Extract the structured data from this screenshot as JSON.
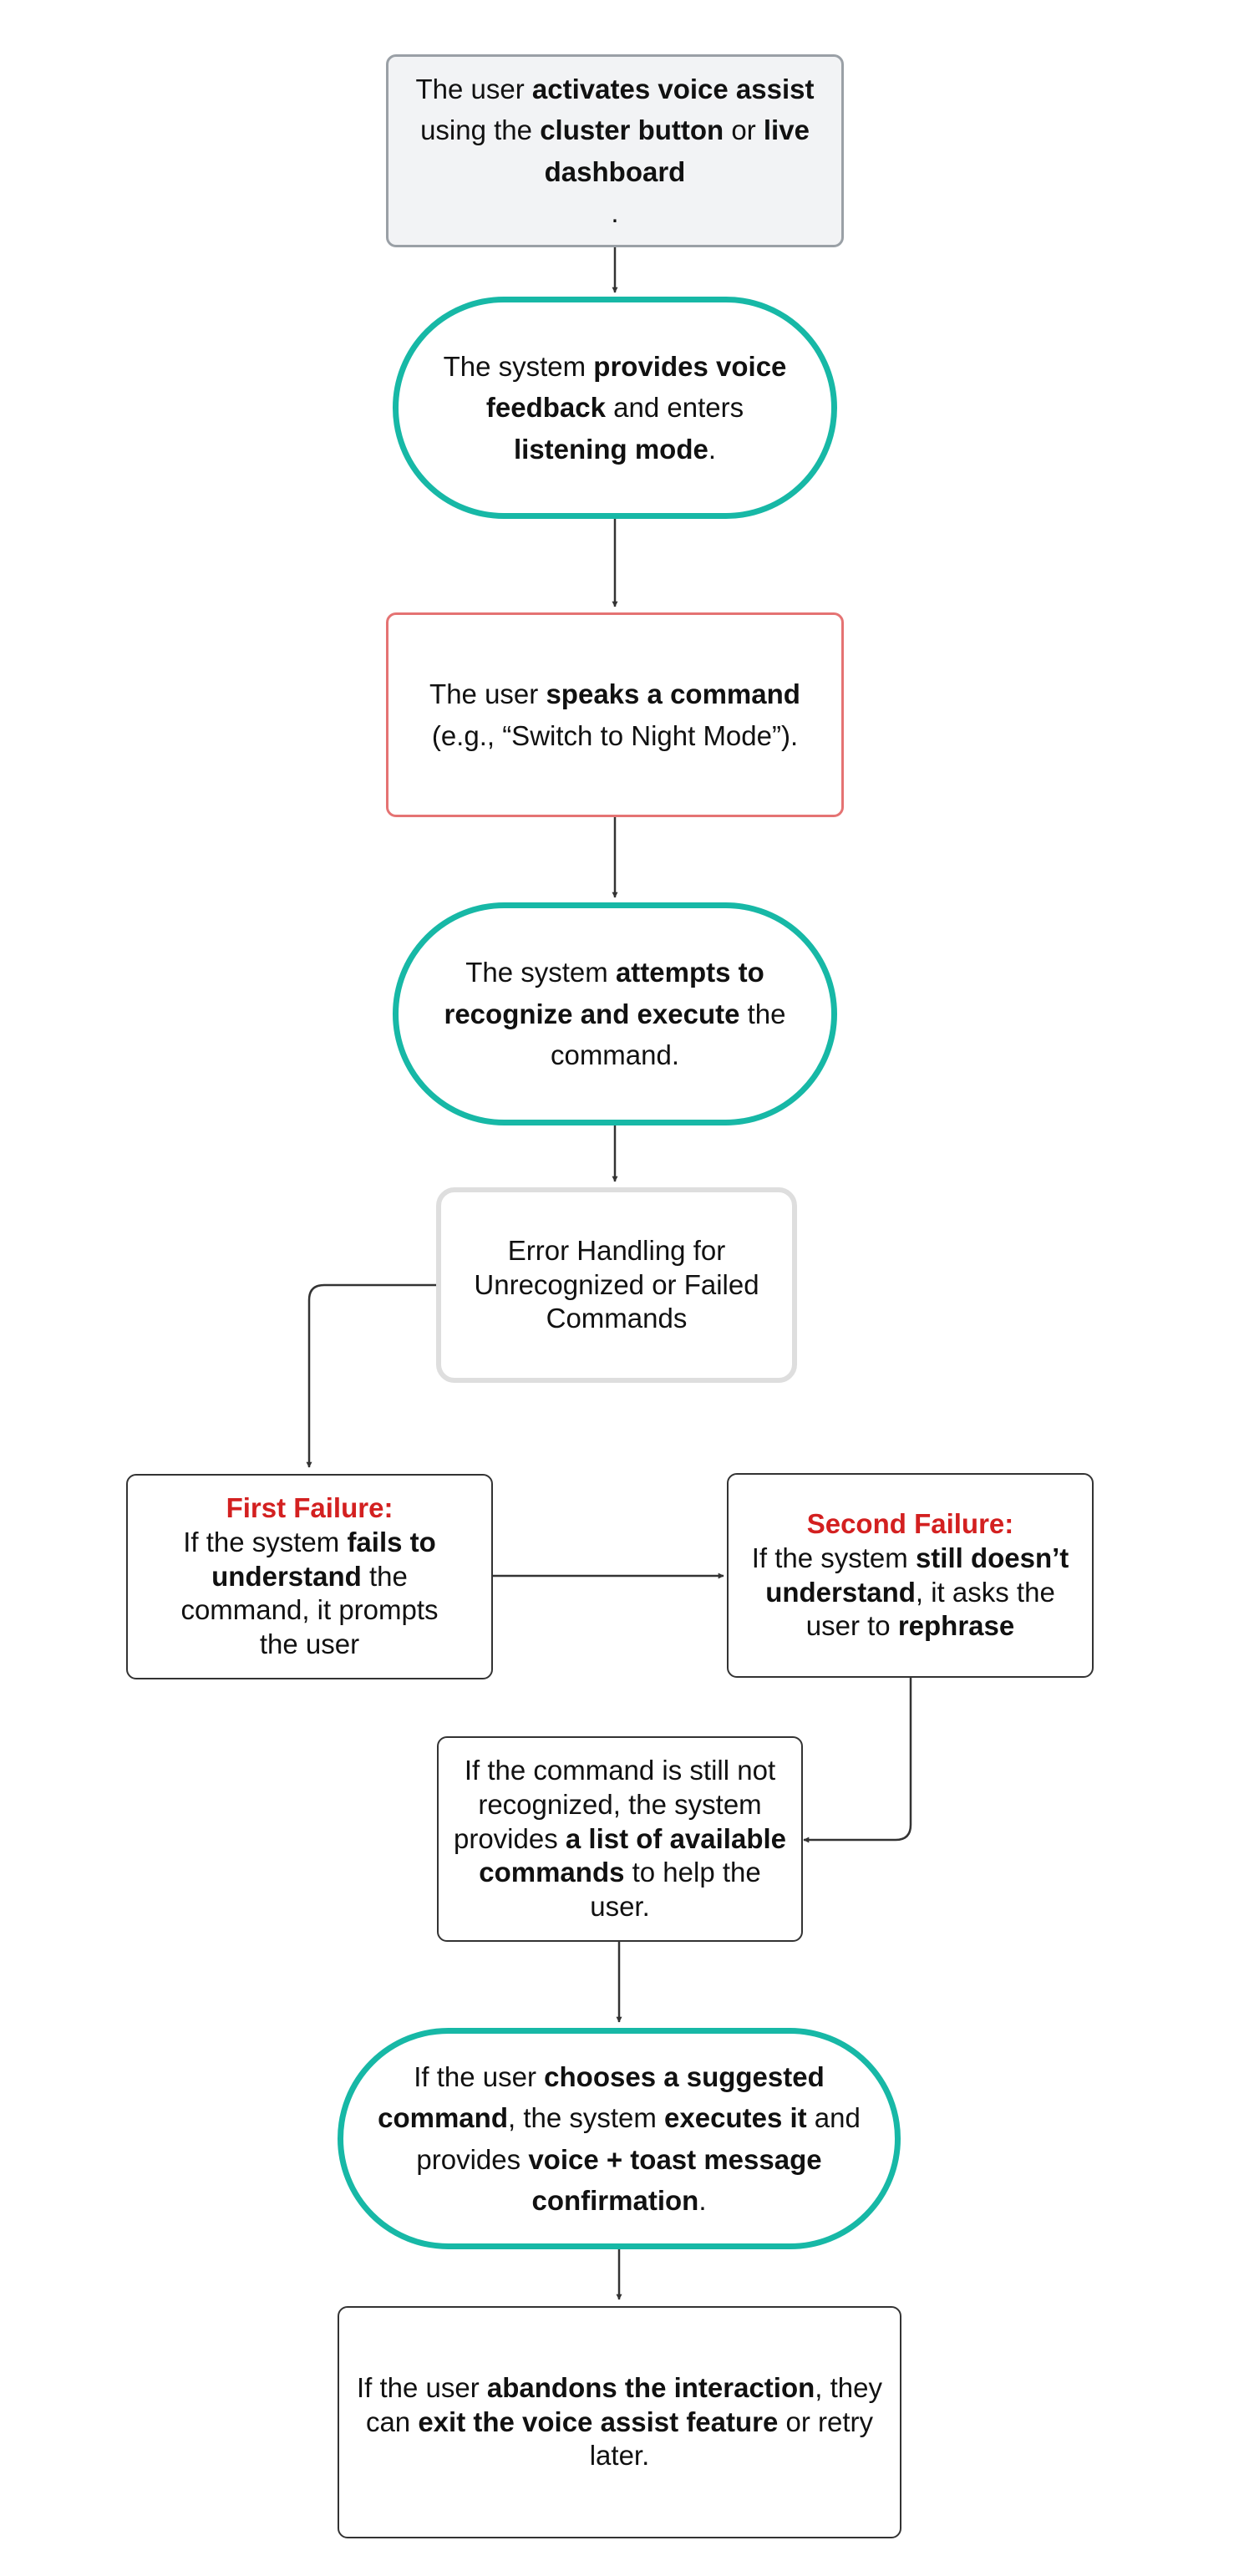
{
  "nodes": {
    "activate": {
      "p1": "The user ",
      "b1": "activates voice assist",
      "p2": " using the ",
      "b2": "cluster button",
      "p3": " or ",
      "b3": "live dashboard",
      "p4": "."
    },
    "feedback": {
      "p1": "The system ",
      "b1": "provides voice feedback",
      "p2": " and enters ",
      "b2": "listening mode",
      "p3": "."
    },
    "speak": {
      "p1": "The user ",
      "b1": "speaks a command",
      "p2": "(e.g., “Switch to Night Mode”)."
    },
    "attempt": {
      "p1": "The system ",
      "b1": "attempts to recognize and execute",
      "p2": " the command."
    },
    "error_handling": {
      "text": "Error Handling for Unrecognized or Failed Commands"
    },
    "first_failure": {
      "title": "First Failure:",
      "p1": "If the system ",
      "b1": "fails to understand",
      "p2": " the command, it prompts the user"
    },
    "second_failure": {
      "title": "Second Failure:",
      "p1": "If the system ",
      "b1": "still doesn’t understand",
      "p2": ", it asks the user to ",
      "b2": "rephrase"
    },
    "list_commands": {
      "p1": "If the command is still not recognized, the system provides ",
      "b1": "a list of available commands",
      "p2": " to help the user."
    },
    "choose": {
      "p1": "If the user ",
      "b1": "chooses a suggested command",
      "p2": ", the system ",
      "b2": "executes it",
      "p3": " and provides ",
      "b3": "voice + toast message confirmation",
      "p4": "."
    },
    "abandon": {
      "p1": "If the user ",
      "b1": "abandons the interaction",
      "p2": ", they can ",
      "b2": "exit the voice assist feature",
      "p3": " or retry later."
    }
  },
  "colors": {
    "pill_border": "#17b8a6",
    "start_fill": "#f2f3f5",
    "start_border": "#9aa0a6",
    "speak_border": "#e57373",
    "failure_title": "#d32020",
    "arrow": "#333333"
  }
}
